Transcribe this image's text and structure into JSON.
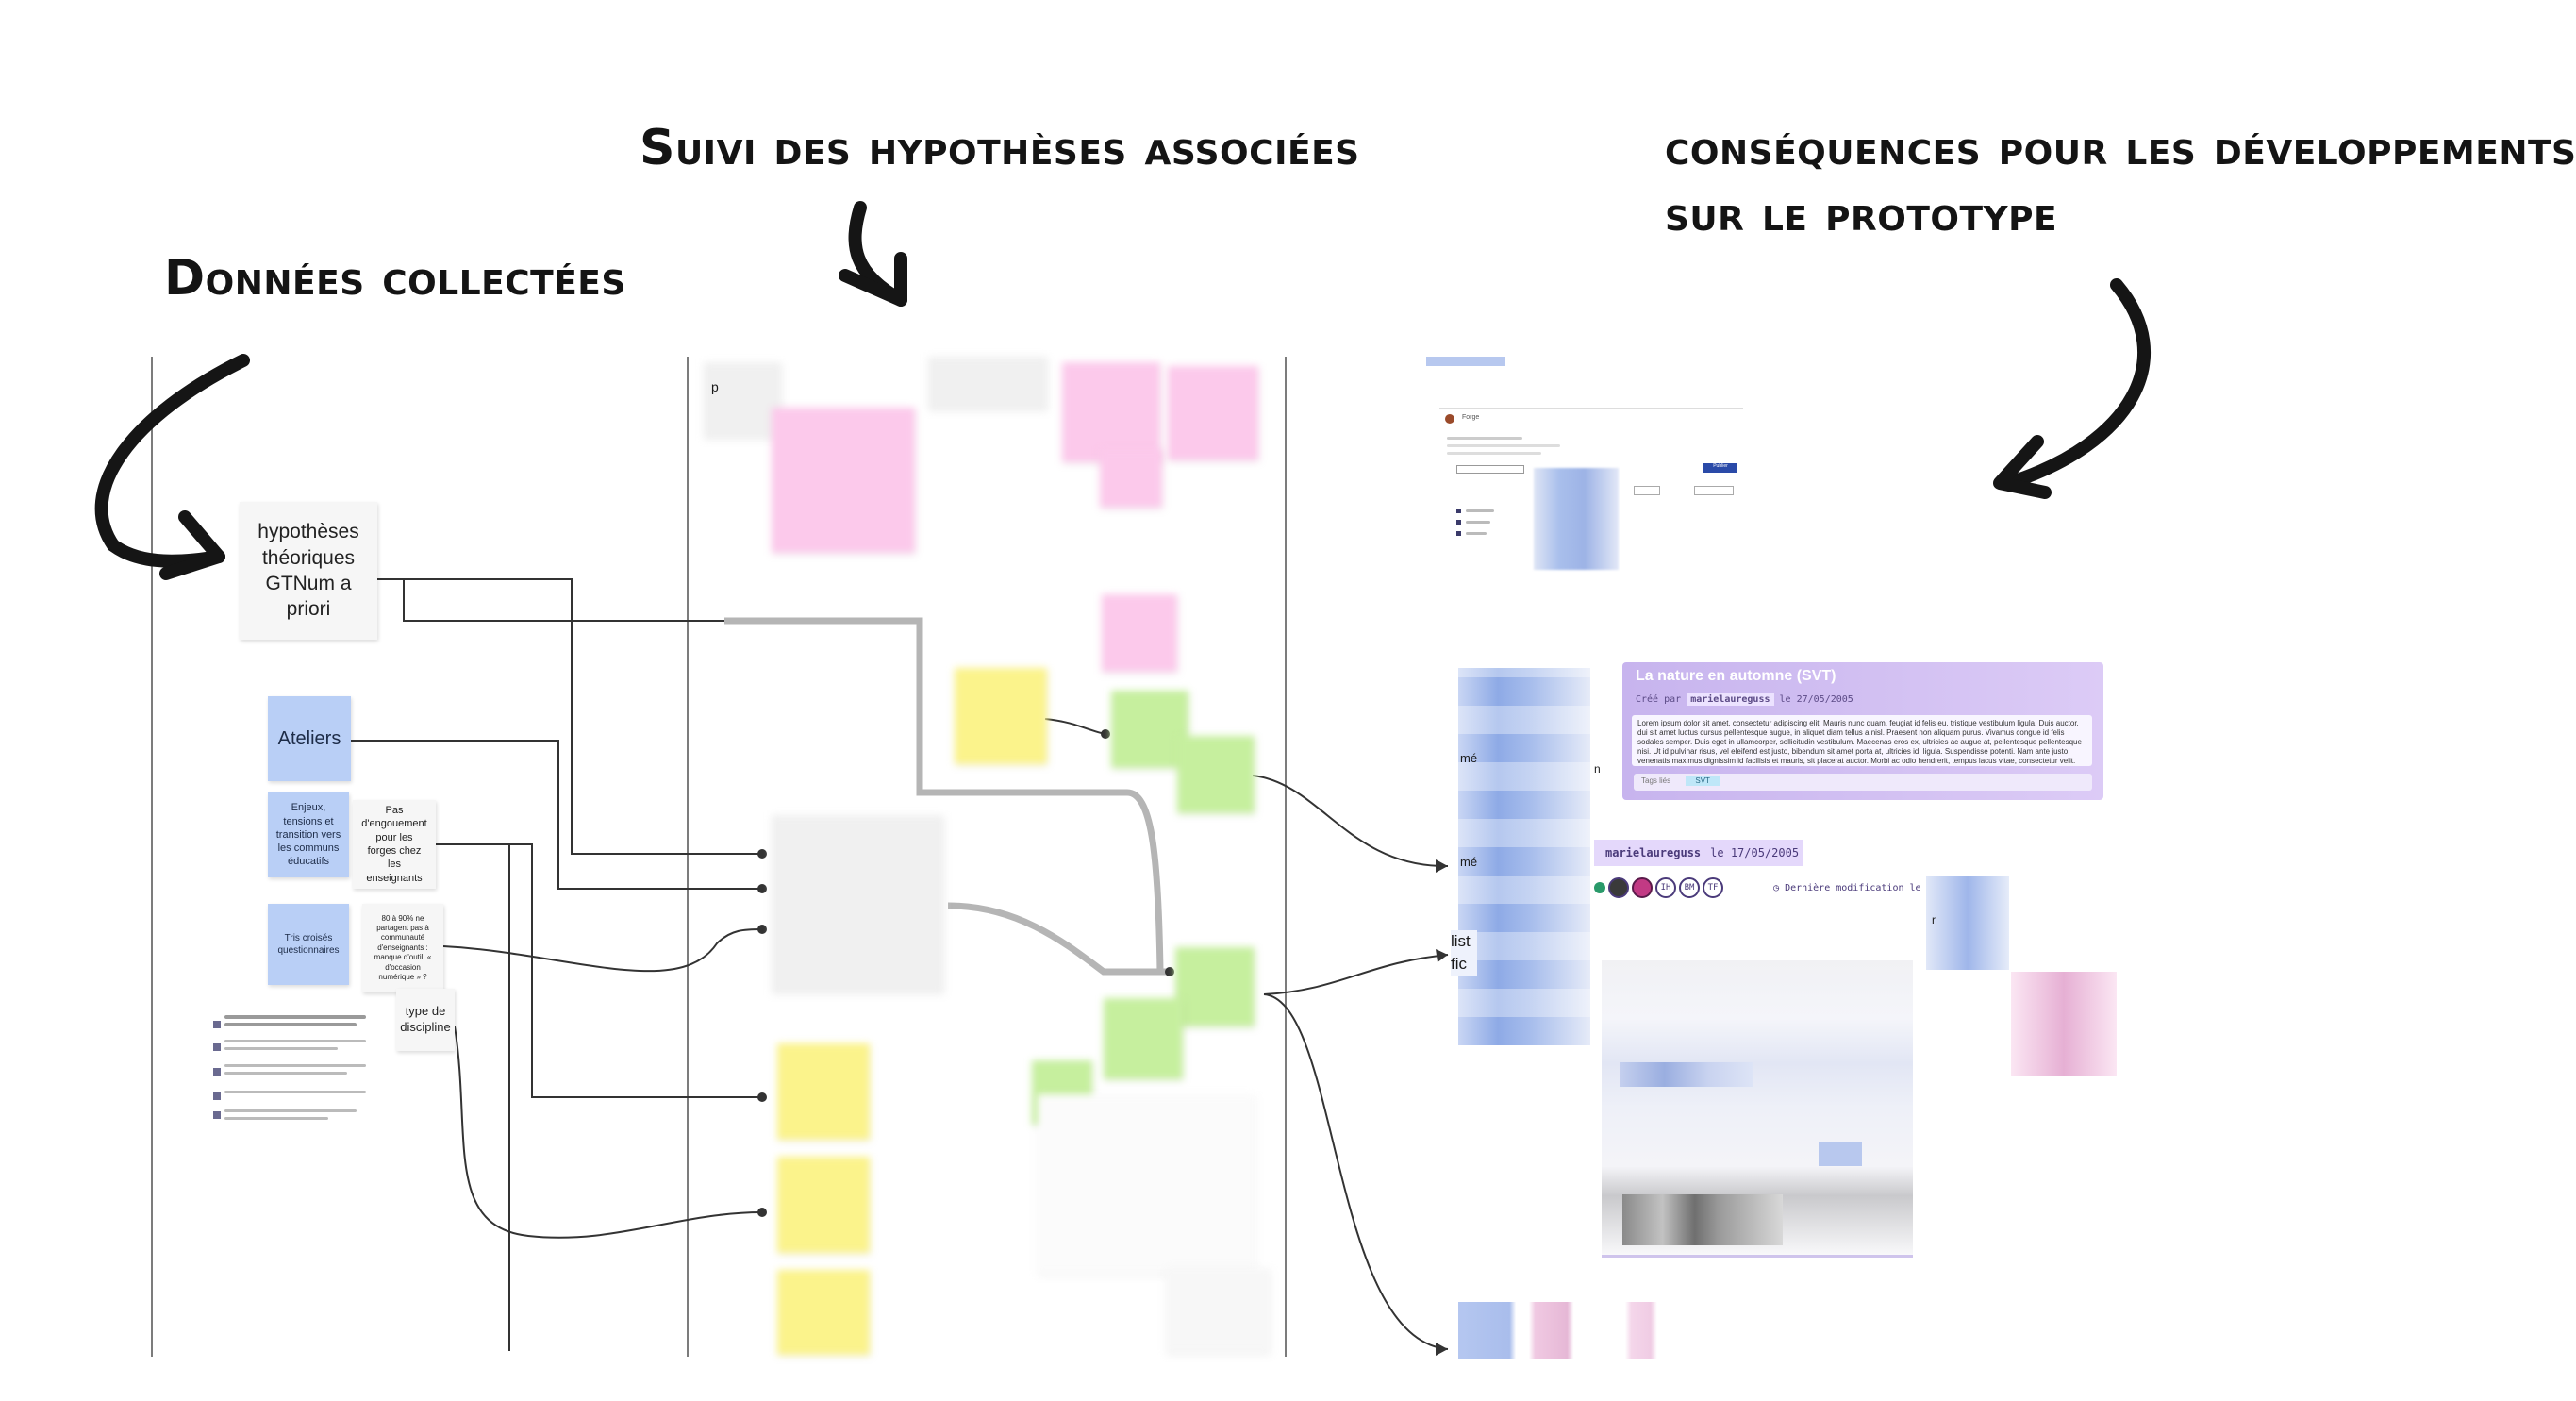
{
  "headings": {
    "collected": "Données collectées",
    "hypotheses": "Suivi des hypothèses associées",
    "consequences_line1": "conséquences pour les développements",
    "consequences_line2": "sur le prototype"
  },
  "notes": {
    "hypotheses_theoriques": "hypothèses théoriques GTNum a priori",
    "ateliers": "Ateliers",
    "enjeux": "Enjeux, tensions et transition vers les communs éducatifs",
    "pas_engouement": "Pas d'engouement pour les forges chez les enseignants",
    "tris_croises": "Tris croisés questionnaires",
    "stat_80_90": "80 à 90% ne partagent pas à communauté d'enseignants : manque d'outil, « d'occasion numérique » ?",
    "type_discipline": "type de discipline"
  },
  "fragments": {
    "hypo_p": "p",
    "me_1": "mé",
    "me_2": "mé",
    "list_fic": "list fic",
    "r_frag": "r",
    "n_frag": "n"
  },
  "prototype_card": {
    "title": "La nature en automne (SVT)",
    "sub_prefix": "Créé par",
    "author": "marielaureguss",
    "date": "le 27/05/2005",
    "body": "Lorem ipsum dolor sit amet, consectetur adipiscing elit. Mauris nunc quam, feugiat id felis eu, tristique vestibulum ligula. Duis auctor, dui sit amet luctus cursus pellentesque augue, in aliquet diam tellus a nisl. Praesent non aliquam purus. Vivamus congue id felis sodales semper. Duis eget in ullamcorper, sollicitudin vestibulum. Maecenas eros ex, ultricies ac augue at, pellentesque pellentesque nisi. Ut id pulvinar risus, vel eleifend est justo, bibendum sit amet porta at, ultricies id, ligula. Suspendisse potenti. Nam ante justo, venenatis maximus dignissim id facilisis et mauris, sit placerat auctor. Morbi ac odio hendrerit, tempus lacus vitae, consectetur velit.",
    "tags_label": "Tags liés",
    "tag": "SVT"
  },
  "user_tag": {
    "author": "marielaureguss",
    "date": "le 17/05/2005"
  },
  "avatars": [
    "IH",
    "BM",
    "TF"
  ],
  "last_modified": "Dernière modification le 17/05/2021",
  "mini_screenshot": {
    "title": "Forge",
    "button": "Publier"
  },
  "colors": {
    "note_white": "#f6f6f6",
    "note_blue": "#b9cff6",
    "sticky_pink": "#fcc9eb",
    "sticky_yellow": "#fbf38b",
    "sticky_green": "#c6ef9e",
    "connector": "#333333",
    "thick_connector": "#b5b5b5"
  }
}
